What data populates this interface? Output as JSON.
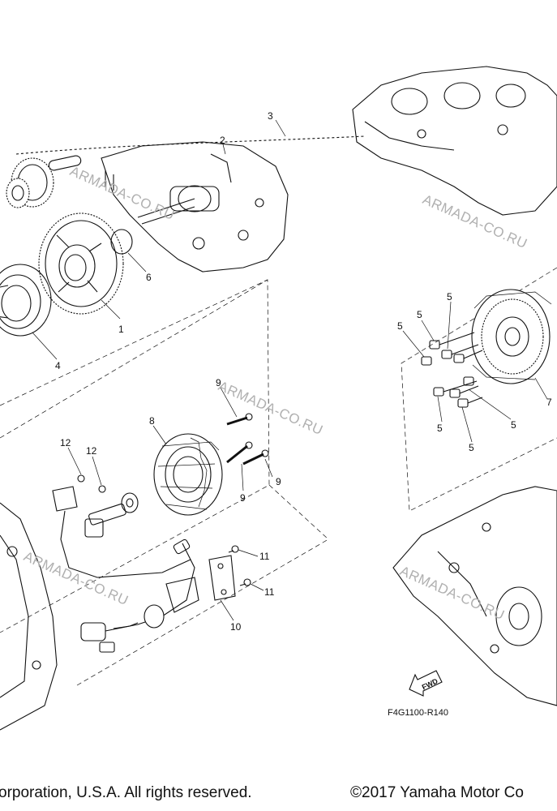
{
  "watermark": "ARMADA-CO.RU",
  "callouts": [
    "1",
    "2",
    "3",
    "4",
    "5",
    "6",
    "7",
    "8",
    "9",
    "10",
    "11",
    "12"
  ],
  "figure_code": "F4G1100-R140",
  "fwd_label": "FWD",
  "footer": {
    "left": "orporation, U.S.A. All rights reserved.",
    "right": "©2017 Yamaha Motor Co"
  }
}
